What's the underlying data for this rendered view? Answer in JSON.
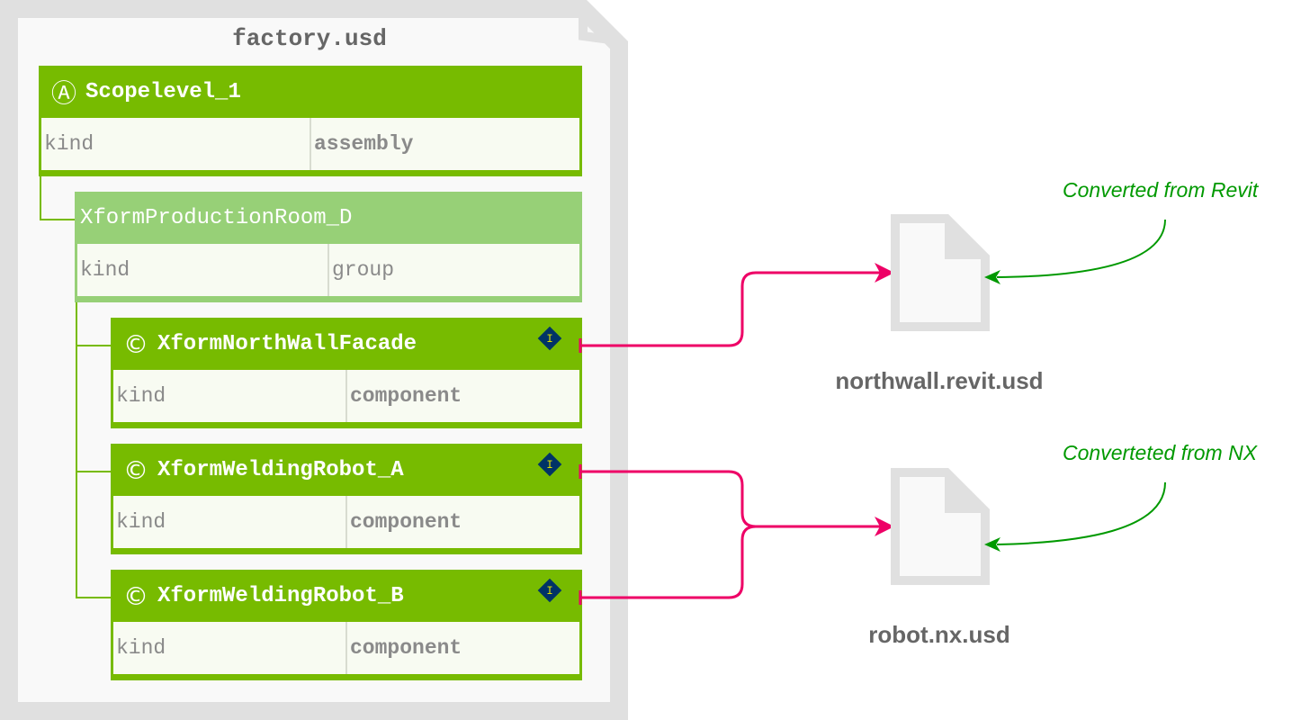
{
  "factory": {
    "title": "factory.usd",
    "prims": [
      {
        "glyph": "Ⓐ",
        "type": "Scope",
        "name": "level_1",
        "key": "kind",
        "value": "assembly",
        "style": "green"
      },
      {
        "glyph": "",
        "type": "Xform",
        "name": "ProductionRoom_D",
        "key": "kind",
        "value": "group",
        "style": "lightgreen"
      },
      {
        "glyph": "©",
        "type": "Xform",
        "name": "NorthWallFacade",
        "key": "kind",
        "value": "component",
        "badge": "I",
        "style": "green"
      },
      {
        "glyph": "©",
        "type": "Xform",
        "name": "WeldingRobot_A",
        "key": "kind",
        "value": "component",
        "badge": "I",
        "style": "green"
      },
      {
        "glyph": "©",
        "type": "Xform",
        "name": "WeldingRobot_B",
        "key": "kind",
        "value": "component",
        "badge": "I",
        "style": "green"
      }
    ]
  },
  "files": [
    {
      "name": "northwall.revit.usd",
      "note": "Converted from Revit"
    },
    {
      "name": "robot.nx.usd",
      "note": "Converteted from NX"
    }
  ],
  "colors": {
    "prim_green": "#77bb00",
    "prim_light_green": "#97d077",
    "reference_arrow": "#ee0066",
    "note_green": "#009900",
    "badge_fill": "#003366",
    "badge_text": "#dddd00",
    "document_gray": "#e0e0e0"
  }
}
